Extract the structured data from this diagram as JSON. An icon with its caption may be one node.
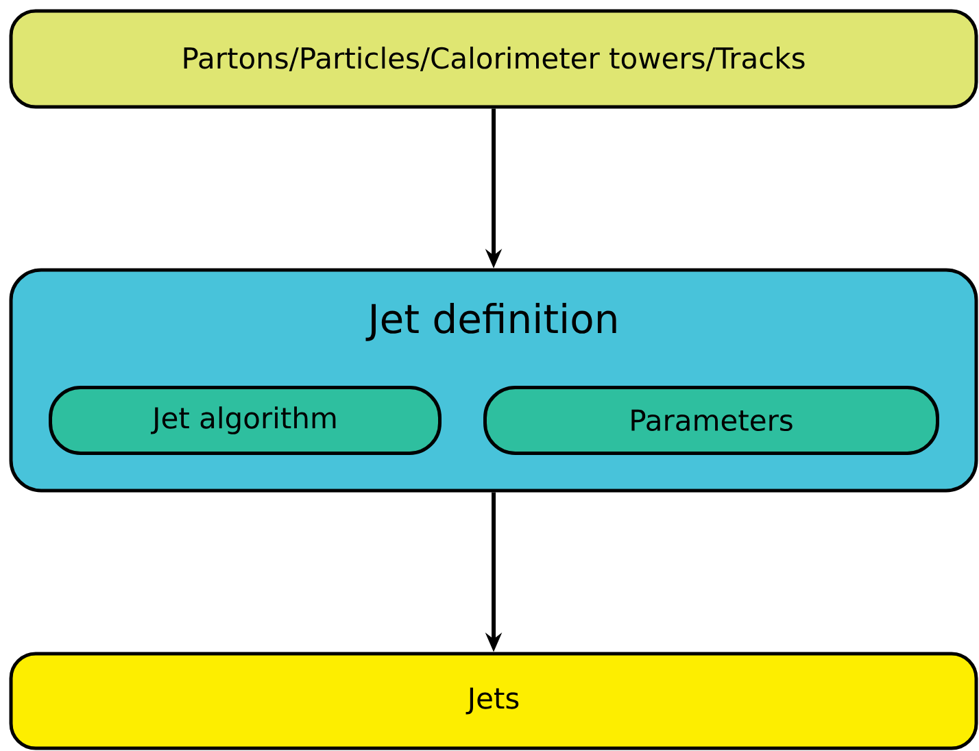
{
  "diagram": {
    "nodes": [
      {
        "text": [
          "Partons/Particles/Calorimeter towers/Tracks"
        ]
      },
      {
        "text": [
          "Jet definition"
        ]
      },
      {
        "text": [
          "Jet algorithm"
        ],
        "in": 1
      },
      {
        "text": [
          "Parameters"
        ],
        "in": 1
      },
      {
        "text": [
          "Jets"
        ]
      }
    ],
    "edges": [
      {
        "from": 0,
        "to": 1,
        "arrow": "to"
      },
      {
        "from": 1,
        "to": 4,
        "arrow": "to"
      }
    ]
  }
}
